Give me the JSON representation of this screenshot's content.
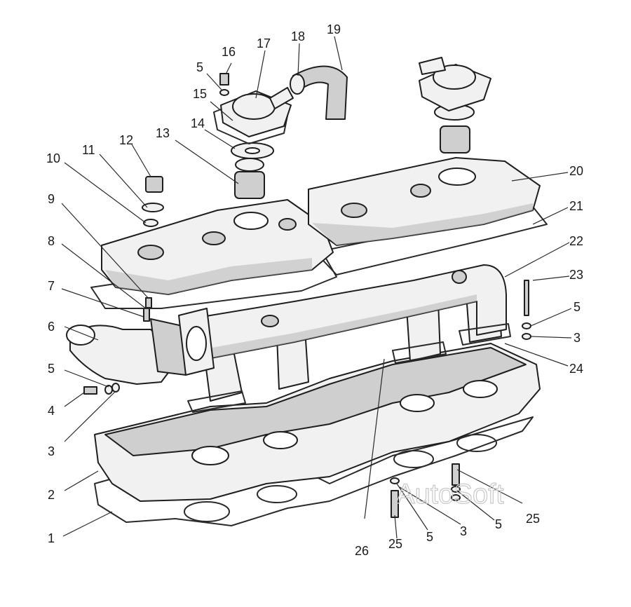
{
  "watermark": "AutoSoft",
  "callouts": [
    {
      "id": "1",
      "text": "1"
    },
    {
      "id": "2",
      "text": "2"
    },
    {
      "id": "3a",
      "text": "3"
    },
    {
      "id": "4",
      "text": "4"
    },
    {
      "id": "5a",
      "text": "5"
    },
    {
      "id": "6",
      "text": "6"
    },
    {
      "id": "7",
      "text": "7"
    },
    {
      "id": "8",
      "text": "8"
    },
    {
      "id": "9",
      "text": "9"
    },
    {
      "id": "10",
      "text": "10"
    },
    {
      "id": "11",
      "text": "11"
    },
    {
      "id": "12",
      "text": "12"
    },
    {
      "id": "13",
      "text": "13"
    },
    {
      "id": "14",
      "text": "14"
    },
    {
      "id": "15",
      "text": "15"
    },
    {
      "id": "5b",
      "text": "5"
    },
    {
      "id": "16",
      "text": "16"
    },
    {
      "id": "17",
      "text": "17"
    },
    {
      "id": "18",
      "text": "18"
    },
    {
      "id": "19",
      "text": "19"
    },
    {
      "id": "20",
      "text": "20"
    },
    {
      "id": "21",
      "text": "21"
    },
    {
      "id": "22",
      "text": "22"
    },
    {
      "id": "23",
      "text": "23"
    },
    {
      "id": "5c",
      "text": "5"
    },
    {
      "id": "3b",
      "text": "3"
    },
    {
      "id": "24",
      "text": "24"
    },
    {
      "id": "25a",
      "text": "25"
    },
    {
      "id": "5d",
      "text": "5"
    },
    {
      "id": "3c",
      "text": "3"
    },
    {
      "id": "5e",
      "text": "5"
    },
    {
      "id": "25b",
      "text": "25"
    },
    {
      "id": "26",
      "text": "26"
    }
  ]
}
